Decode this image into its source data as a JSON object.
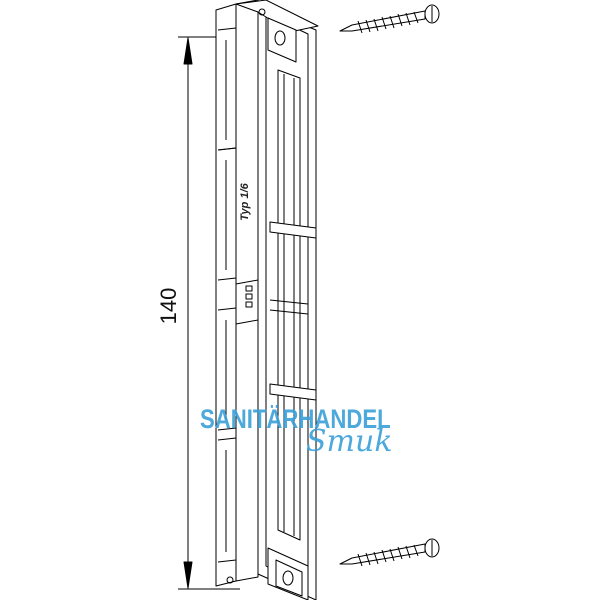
{
  "dimension": {
    "value": "140"
  },
  "part": {
    "marking": "Typ 1/6"
  },
  "watermark": {
    "line1": "SANITÄRHANDEL",
    "line2": "Smuk",
    "color": "#3a9fd8"
  }
}
